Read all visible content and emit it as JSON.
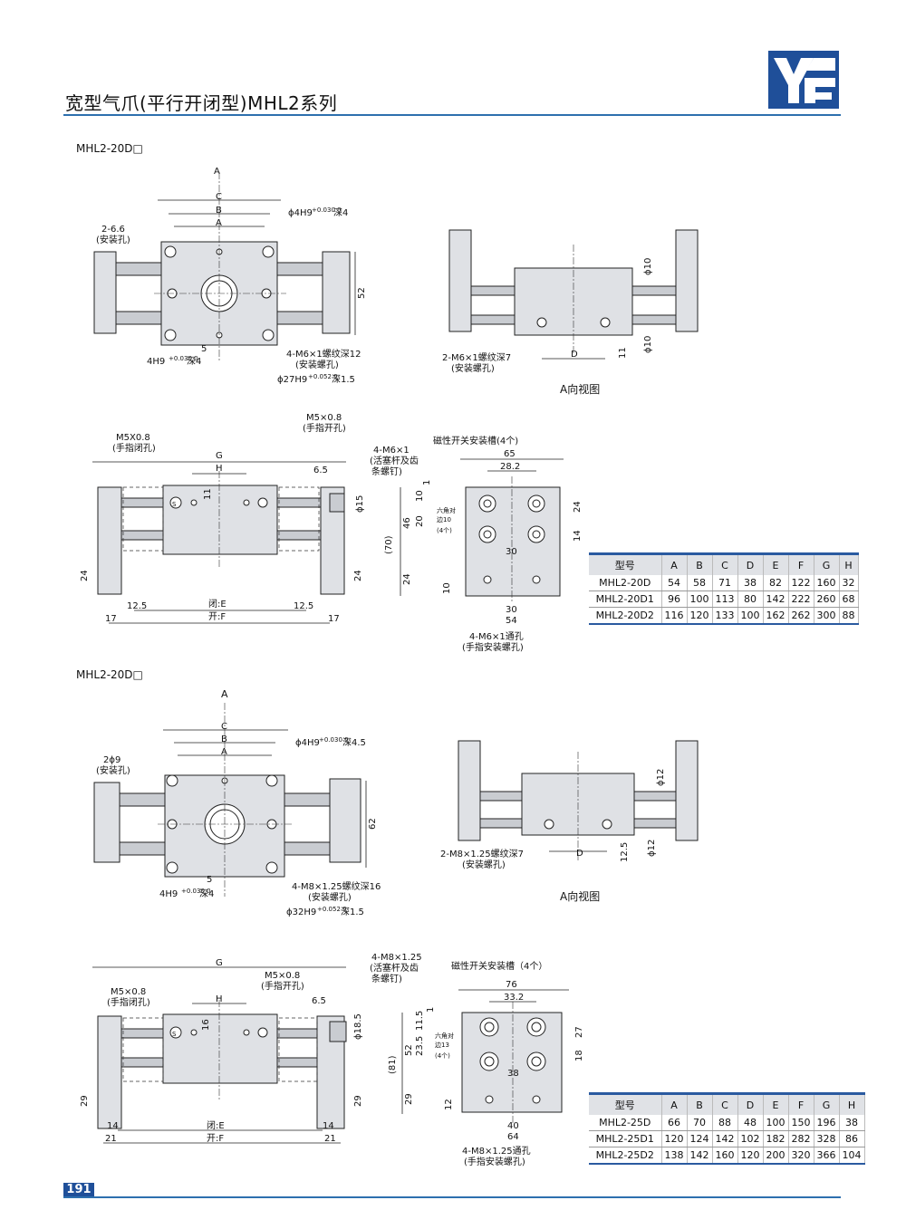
{
  "header": {
    "title": "宽型气爪(平行开闭型)MHL2系列",
    "logo_text": "YF"
  },
  "sections": [
    {
      "label": "MHL2-20D□",
      "top_view": {
        "A": "A",
        "B": "B",
        "C": "C",
        "mount": "2-6.6",
        "mount_note": "(安装孔)",
        "pin_top": "ϕ4H9",
        "pin_top_tol": "+0.030 0",
        "pin_top_depth": "深4",
        "dim_52": "52",
        "dim_5": "5",
        "pin_bot": "4H9",
        "pin_bot_tol": "+0.030 0",
        "pin_bot_depth": "深4",
        "thread": "4-M6×1螺纹深12",
        "thread_note": "(安装螺孔)",
        "bore": "ϕ27H9",
        "bore_tol": "+0.052 0",
        "bore_depth": "深1.5"
      },
      "side_view": {
        "d_top": "ϕ10",
        "d_bot": "ϕ10",
        "dim_11": "11",
        "D": "D",
        "thread": "2-M6×1螺纹深7",
        "thread_note": "(安装螺孔)",
        "caption": "A向视图"
      },
      "front_view": {
        "close_port": "M5X0.8",
        "close_note": "(手指闭孔)",
        "open_port": "M5×0.8",
        "open_note": "(手指开孔)",
        "rod_thread": "4-M6×1",
        "rod_note1": "(活塞杆及齿",
        "rod_note2": "条螺钉)",
        "G": "G",
        "H": "H",
        "dim_65": "6.5",
        "dim_11": "11",
        "dia_15": "ϕ15",
        "dim_24l": "24",
        "dim_24r": "24",
        "dim_125l": "12.5",
        "dim_125r": "12.5",
        "dim_17l": "17",
        "dim_17r": "17",
        "close": "闭:E",
        "open": "开:F",
        "S": "S"
      },
      "end_view": {
        "switch": "磁性开关安装槽(4个)",
        "w65": "65",
        "w282": "28.2",
        "h1": "1",
        "h10": "10",
        "h20": "20",
        "h46": "46",
        "h70": "(70)",
        "h24": "24",
        "h10b": "10",
        "hex1": "六角对",
        "hex2": "边10",
        "hex3": "(4个)",
        "w30": "30",
        "w30b": "30",
        "w54": "54",
        "r24": "24",
        "r14": "14",
        "holes": "4-M6×1通孔",
        "holes_note": "(手指安装螺孔)"
      },
      "table": {
        "headers": [
          "型号",
          "A",
          "B",
          "C",
          "D",
          "E",
          "F",
          "G",
          "H"
        ],
        "rows": [
          [
            "MHL2-20D",
            "54",
            "58",
            "71",
            "38",
            "82",
            "122",
            "160",
            "32"
          ],
          [
            "MHL2-20D1",
            "96",
            "100",
            "113",
            "80",
            "142",
            "222",
            "260",
            "68"
          ],
          [
            "MHL2-20D2",
            "116",
            "120",
            "133",
            "100",
            "162",
            "262",
            "300",
            "88"
          ]
        ]
      }
    },
    {
      "label": "MHL2-20D□",
      "top_view": {
        "arrow": "A",
        "A": "A",
        "B": "B",
        "C": "C",
        "mount": "2ϕ9",
        "mount_note": "(安装孔)",
        "pin_top": "ϕ4H9",
        "pin_top_tol": "+0.030 0",
        "pin_top_depth": "深4.5",
        "dim_62": "62",
        "dim_5": "5",
        "pin_bot": "4H9",
        "pin_bot_tol": "+0.030 0",
        "pin_bot_depth": "深4",
        "thread": "4-M8×1.25螺纹深16",
        "thread_note": "(安装螺孔)",
        "bore": "ϕ32H9",
        "bore_tol": "+0.052 0",
        "bore_depth": "深1.5"
      },
      "side_view": {
        "d_top": "ϕ12",
        "d_bot": "ϕ12",
        "dim_125": "12.5",
        "D": "D",
        "thread": "2-M8×1.25螺纹深7",
        "thread_note": "(安装螺孔)",
        "caption": "A向视图"
      },
      "front_view": {
        "close_port": "M5×0.8",
        "close_note": "(手指闭孔)",
        "open_port": "M5×0.8",
        "open_note": "(手指开孔)",
        "rod_thread": "4-M8×1.25",
        "rod_note1": "(活塞杆及齿",
        "rod_note2": "条螺钉)",
        "G": "G",
        "H": "H",
        "dim_65": "6.5",
        "dim_16": "16",
        "dia_185": "ϕ18.5",
        "dim_29l": "29",
        "dim_29r": "29",
        "dim_14l": "14",
        "dim_14r": "14",
        "dim_21l": "21",
        "dim_21r": "21",
        "close": "闭:E",
        "open": "开:F",
        "S": "S"
      },
      "end_view": {
        "switch": "磁性开关安装槽（4个）",
        "w76": "76",
        "w332": "33.2",
        "h1": "1",
        "h115": "11.5",
        "h235": "23.5",
        "h52": "52",
        "h81": "(81)",
        "h29": "29",
        "h12": "12",
        "hex1": "六角对",
        "hex2": "边13",
        "hex3": "(4个)",
        "w38": "38",
        "w40": "40",
        "w64": "64",
        "r27": "27",
        "r18": "18",
        "holes": "4-M8×1.25通孔",
        "holes_note": "(手指安装螺孔)"
      },
      "table": {
        "headers": [
          "型号",
          "A",
          "B",
          "C",
          "D",
          "E",
          "F",
          "G",
          "H"
        ],
        "rows": [
          [
            "MHL2-25D",
            "66",
            "70",
            "88",
            "48",
            "100",
            "150",
            "196",
            "38"
          ],
          [
            "MHL2-25D1",
            "120",
            "124",
            "142",
            "102",
            "182",
            "282",
            "328",
            "86"
          ],
          [
            "MHL2-25D2",
            "138",
            "142",
            "160",
            "120",
            "200",
            "320",
            "366",
            "104"
          ]
        ]
      }
    }
  ],
  "footer": {
    "page": "191"
  },
  "colors": {
    "accent": "#2d6fae",
    "logo": "#1f4f99",
    "body": "#dfe1e5"
  }
}
